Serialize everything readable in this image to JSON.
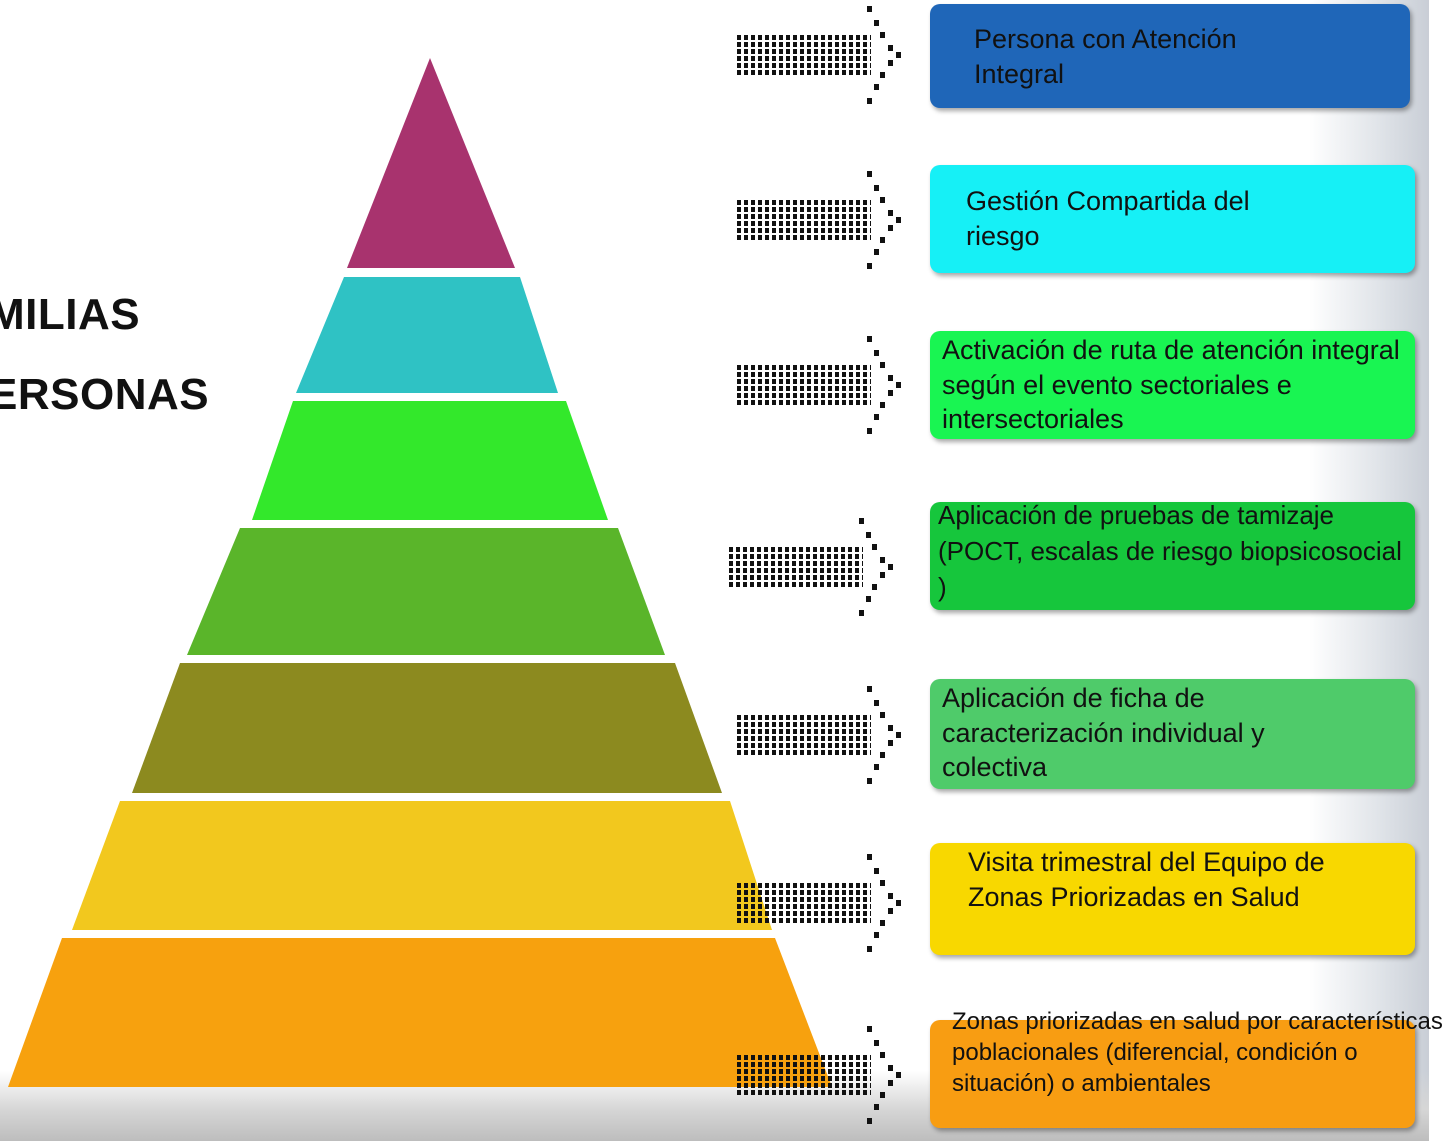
{
  "side_title": {
    "line1": "MILIAS",
    "line2": "ERSONAS"
  },
  "colors": {
    "tier1": "#a8336e",
    "tier2": "#2fc2c4",
    "tier3": "#33e82b",
    "tier4": "#5ab52a",
    "tier5": "#8c8a1f",
    "tier6": "#f2c81e",
    "tier7": "#f7a10e"
  },
  "steps": [
    {
      "text": "Persona con Atención Integral",
      "color": "#1f66b8"
    },
    {
      "text": "Gestión Compartida del riesgo",
      "color": "#16f0f6"
    },
    {
      "text": "Activación de ruta de atención  integral según el evento sectoriales e  intersectoriales",
      "color": "#19f552"
    },
    {
      "text": "Aplicación de pruebas de tamizaje (POCT, escalas de riesgo biopsicosocial )",
      "color": "#16c63c"
    },
    {
      "text": "Aplicación de ficha de caracterización individual y colectiva",
      "color": "#4fcb6a"
    },
    {
      "text": "Visita trimestral del Equipo de Zonas Priorizadas en Salud",
      "color": "#f8d800"
    },
    {
      "text": "Zonas priorizadas en salud por características poblacionales (diferencial, condición o  situación) o ambientales",
      "color": "#f89d12"
    }
  ]
}
